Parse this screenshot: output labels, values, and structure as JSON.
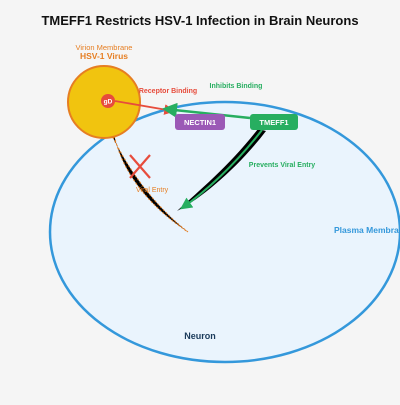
{
  "title": "TMEFF1 Restricts HSV-1 Infection in Brain Neurons",
  "virus": {
    "membrane_label": "Virion Membrane",
    "name": "HSV-1 Virus",
    "glycoprotein": "gD"
  },
  "neuron": {
    "label": "Neuron",
    "membrane_label": "Plasma Membrane"
  },
  "proteins": {
    "receptor": "NECTIN1",
    "restriction_factor": "TMEFF1"
  },
  "interactions": {
    "receptor_binding": "Receptor Binding",
    "inhibits_binding": "Inhibits Binding",
    "prevents_entry": "Prevents Viral Entry",
    "viral_entry": "Viral Entry"
  },
  "colors": {
    "background": "#f5f5f5",
    "virus_fill": "#f1c40f",
    "virus_stroke": "#e67e22",
    "glycoprotein": "#e74c3c",
    "neuron_fill": "#eaf4fd",
    "neuron_stroke": "#3498db",
    "nectin1": "#9b59b6",
    "tmeff1": "#27ae60",
    "receptor_arrow": "#e74c3c",
    "inhibit_arrow": "#27ae60",
    "entry_block": "#e74c3c",
    "entry_label": "#e67e22"
  }
}
